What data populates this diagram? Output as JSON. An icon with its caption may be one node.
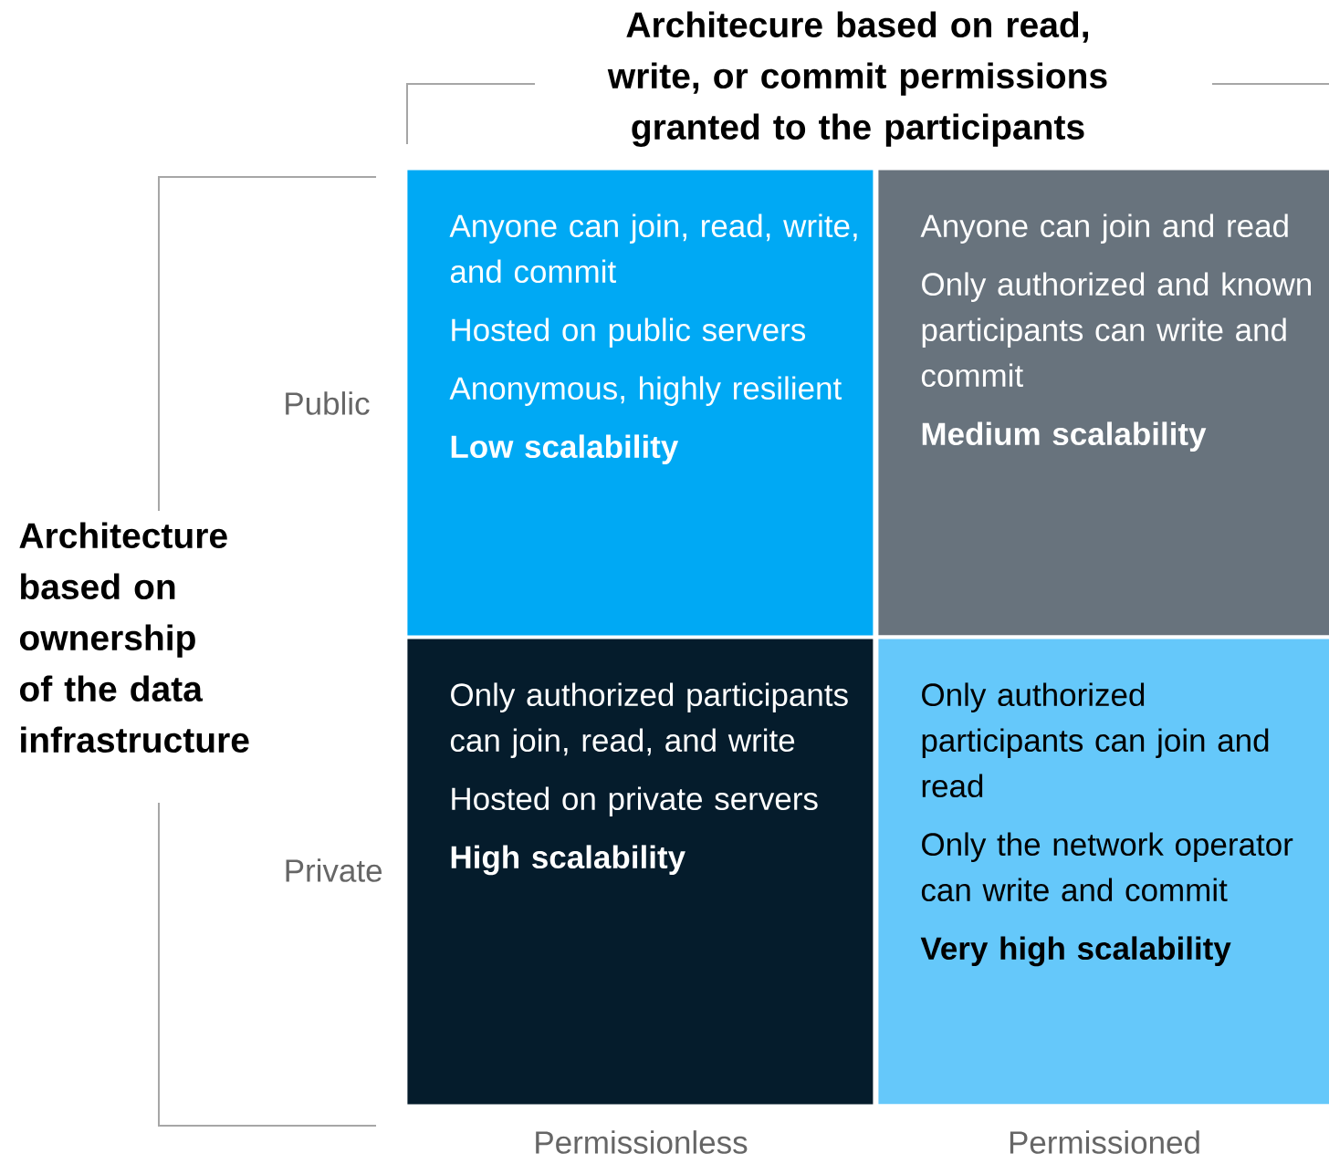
{
  "diagram": {
    "nodes": [
      {
        "text": [
          "Anyone can join, read, write, and commit",
          "Hosted on public servers",
          "Anonymous, highly resilient",
          "Low scalability"
        ]
      },
      {
        "text": [
          "Anyone can join and read",
          "Only authorized and known participants can write and commit",
          "Medium scalability"
        ]
      },
      {
        "text": [
          "Only authorized participants can join, read, and write",
          "Hosted on private servers",
          "High scalability"
        ]
      },
      {
        "text": [
          "Only authorized participants can join and read",
          "Only the network operator can write and commit",
          "Very high scalability"
        ]
      }
    ],
    "labels": [
      "Architecure based on read, write, or commit permissions granted to the participants",
      "Architecture based on ownership of the data infrastructure",
      "Public",
      "Private",
      "Permissionless",
      "Permissioned"
    ]
  }
}
